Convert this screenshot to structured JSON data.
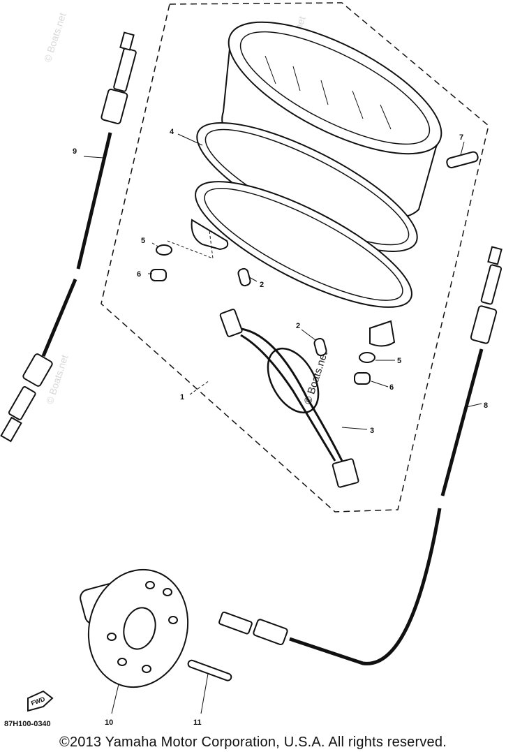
{
  "callouts": [
    {
      "id": "c1",
      "text": "1"
    },
    {
      "id": "c2a",
      "text": "2"
    },
    {
      "id": "c2b",
      "text": "2"
    },
    {
      "id": "c3",
      "text": "3"
    },
    {
      "id": "c4",
      "text": "4"
    },
    {
      "id": "c5a",
      "text": "5"
    },
    {
      "id": "c5b",
      "text": "5"
    },
    {
      "id": "c6a",
      "text": "6"
    },
    {
      "id": "c6b",
      "text": "6"
    },
    {
      "id": "c7",
      "text": "7"
    },
    {
      "id": "c8",
      "text": "8"
    },
    {
      "id": "c9",
      "text": "9"
    },
    {
      "id": "c10",
      "text": "10"
    },
    {
      "id": "c11",
      "text": "11"
    }
  ],
  "fwd_label": "FWD",
  "diagram_code": "87H100-0340",
  "watermarks": [
    "© Boats.net",
    "© Boats.net",
    "© Boats.net",
    "© Boats.net"
  ],
  "copyright": "©2013 Yamaha Motor Corporation, U.S.A. All rights reserved."
}
